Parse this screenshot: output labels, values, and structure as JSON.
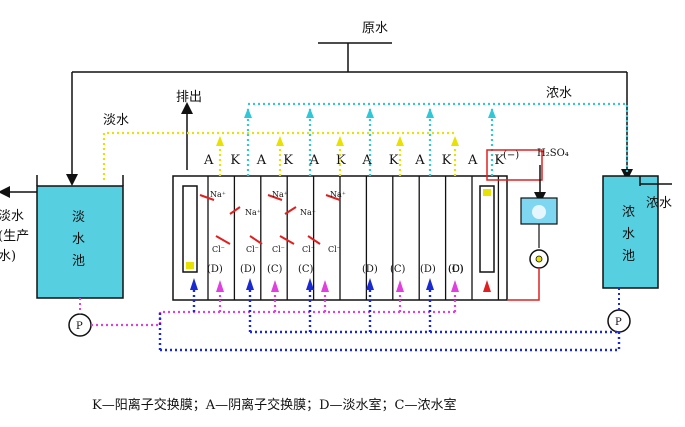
{
  "labels": {
    "raw_water": "原水",
    "discharge": "排出",
    "dilute_water": "淡水",
    "concentrate_water": "浓水",
    "dilute_tank": [
      "淡",
      "水",
      "池"
    ],
    "concentrate_tank": [
      "浓",
      "水",
      "池"
    ],
    "dilute_out": "淡水",
    "dilute_out_2": "(生产",
    "dilute_out_3": "水)",
    "concentrate_out": "浓水",
    "acid": "H₂SO₄",
    "acid_sign": "(−)",
    "pump": "P",
    "legend": "K—阳离子交换膜；A—阴离子交换膜；D—淡水室；C—浓水室"
  },
  "membranes": [
    "A",
    "K",
    "A",
    "K",
    "A",
    "K",
    "A",
    "K",
    "A",
    "K",
    "A",
    "K"
  ],
  "chambers": [
    "(D)",
    "(D)",
    "(C)",
    "(C)",
    "(D)",
    "(C)",
    "(D)",
    "(C)",
    "(D)"
  ],
  "ions": {
    "na": "Na⁺",
    "cl": "Cl⁻"
  },
  "colors": {
    "cyan_line": "#2ec8d8",
    "yellow_line": "#e8e200",
    "blue_line": "#1a2ad0",
    "magenta_line": "#e040e0",
    "tank_fill": "#56d0e0",
    "acid_box": "#7fd6f0",
    "arrow_red": "#e02020"
  }
}
